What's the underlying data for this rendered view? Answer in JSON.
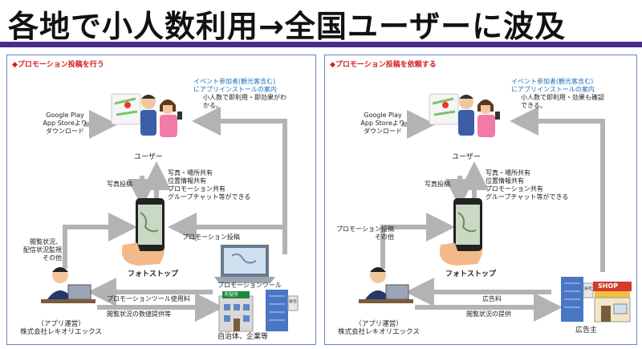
{
  "title": "各地で小人数利用→全国ユーザーに波及",
  "left": {
    "heading": "◆プロモーション投稿を行う",
    "appstore": [
      "Google Play",
      "App Storeより",
      "ダウンロード"
    ],
    "event_note": [
      "イベント参加者(観光客含む)",
      "にアプリインストールの案内"
    ],
    "effect": [
      "小人数で即利用・即効果がわ",
      "かる。"
    ],
    "user_label": "ユーザー",
    "photo_post": "写真投稿",
    "share": [
      "写真・場所共有",
      "位置情報共有",
      "プロモーション共有",
      "グループチャット等ができる"
    ],
    "view_status": [
      "閲覧状況、",
      "配信状況監視",
      "その他"
    ],
    "promo_post": "プロモーション投稿",
    "app_label": "フォトストップ",
    "tool_label": "プロモーションツール",
    "tool_fee": "プロモーションツール使用料",
    "stats": "閲覧状況の数値提供等",
    "operator": [
      "（アプリ運営）",
      "株式会社レキオリエックス"
    ],
    "gov": "自治体、企業等",
    "cityhall_sign": "市役所",
    "company_sign": "会社"
  },
  "right": {
    "heading": "◆プロモーション投稿を依頼する",
    "appstore": [
      "Google Play",
      "App Storeより",
      "ダウンロード"
    ],
    "event_note": [
      "イベント参加者(観光客含む)",
      "にアプリインストールの案内"
    ],
    "effect": [
      "小人数で即利用・効果も確認",
      "できる。"
    ],
    "user_label": "ユーザー",
    "photo_post": "写真投稿",
    "share": [
      "写真・場所共有",
      "位置情報共有",
      "プロモーション共有",
      "グループチャット等ができる"
    ],
    "promo_other": [
      "プロモーション投稿",
      "その他"
    ],
    "app_label": "フォトストップ",
    "ad_fee": "広告料",
    "view_status": "閲覧状況の提供",
    "operator": [
      "（アプリ運営）",
      "株式会社レキオリエックス"
    ],
    "advertiser": "広告主",
    "shop_sign": "SHOP",
    "company_sign": "会社"
  },
  "colors": {
    "arrow": "#b3b3b3",
    "accent": "#4b2a8c",
    "heading": "#d21c1c",
    "note": "#1f6fb5",
    "border": "#6c86c8"
  }
}
